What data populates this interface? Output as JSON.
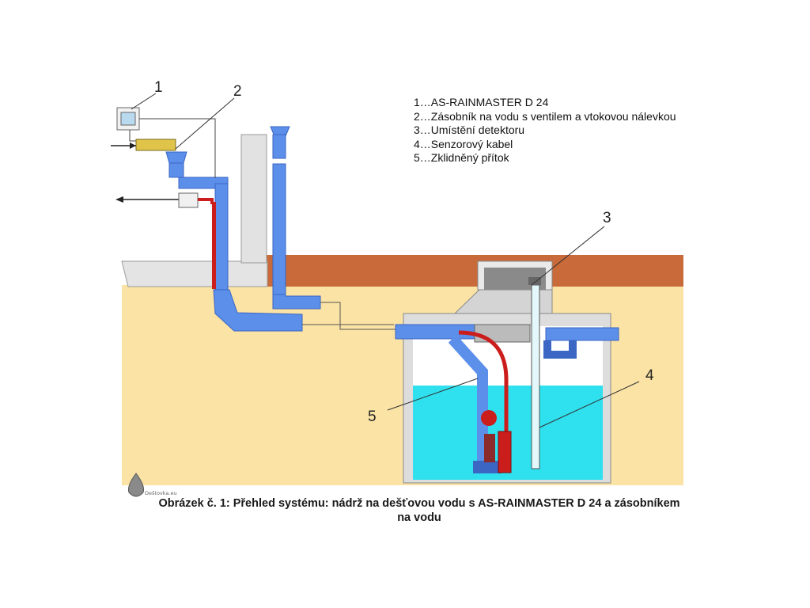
{
  "legend": [
    "1…AS-RAINMASTER D 24",
    "2…Zásobník na vodu s ventilem a vtokovou nálevkou",
    "3…Umístění detektoru",
    "4…Senzorový kabel",
    "5…Zklidněný přítok"
  ],
  "callouts": [
    "1",
    "2",
    "3",
    "4",
    "5"
  ],
  "caption": {
    "line1": "Obrázek č. 1: Přehled systému: nádrž na dešťovou vodu s AS-RAINMASTER D 24 a zásobníkem",
    "line2": "na vodu"
  },
  "watermark": "Deštovka.eu",
  "colors": {
    "soil": "#fbe3a5",
    "topsoil": "#c96a3a",
    "pipe": "#5b8fea",
    "pipe_dark": "#3b66c4",
    "water": "#2fe0ef",
    "tank_wall": "#dddddd",
    "red_hose": "#cc1d1d"
  }
}
